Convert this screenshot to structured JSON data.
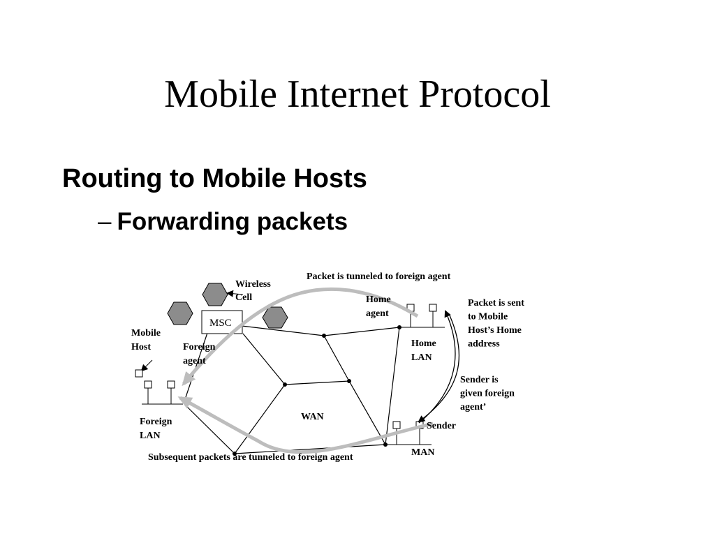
{
  "slide": {
    "title": "Mobile Internet Protocol",
    "bullet": "Routing to Mobile Hosts",
    "sub_bullet_dash": "–",
    "sub_bullet": "Forwarding packets"
  },
  "diagram": {
    "labels": {
      "wireless_line1": "Wireless",
      "wireless_line2": "Cell",
      "msc": "MSC",
      "mobile_host_line1": "Mobile",
      "mobile_host_line2": "Host",
      "foreign_agent_line1": "Foreign",
      "foreign_agent_line2": "agent",
      "foreign_lan_line1": "Foreign",
      "foreign_lan_line2": "LAN",
      "wan": "WAN",
      "home_agent_line1": "Home",
      "home_agent_line2": "agent",
      "home_lan_line1": "Home",
      "home_lan_line2": "LAN",
      "sender": "Sender",
      "man": "MAN"
    },
    "annotations": {
      "tunneled": "Packet is tunneled to foreign agent",
      "sent_line1": "Packet is sent",
      "sent_line2": "to Mobile",
      "sent_line3": "Host’s Home",
      "sent_line4": "address",
      "given_line1": "Sender is",
      "given_line2": "given foreign",
      "given_line3": "agent’",
      "subsequent": "Subsequent packets are tunneled to foreign agent"
    },
    "colors": {
      "cell_fill": "#8c8c8c",
      "tunnel_arrow": "#bdbdbd",
      "line": "#000000"
    }
  }
}
